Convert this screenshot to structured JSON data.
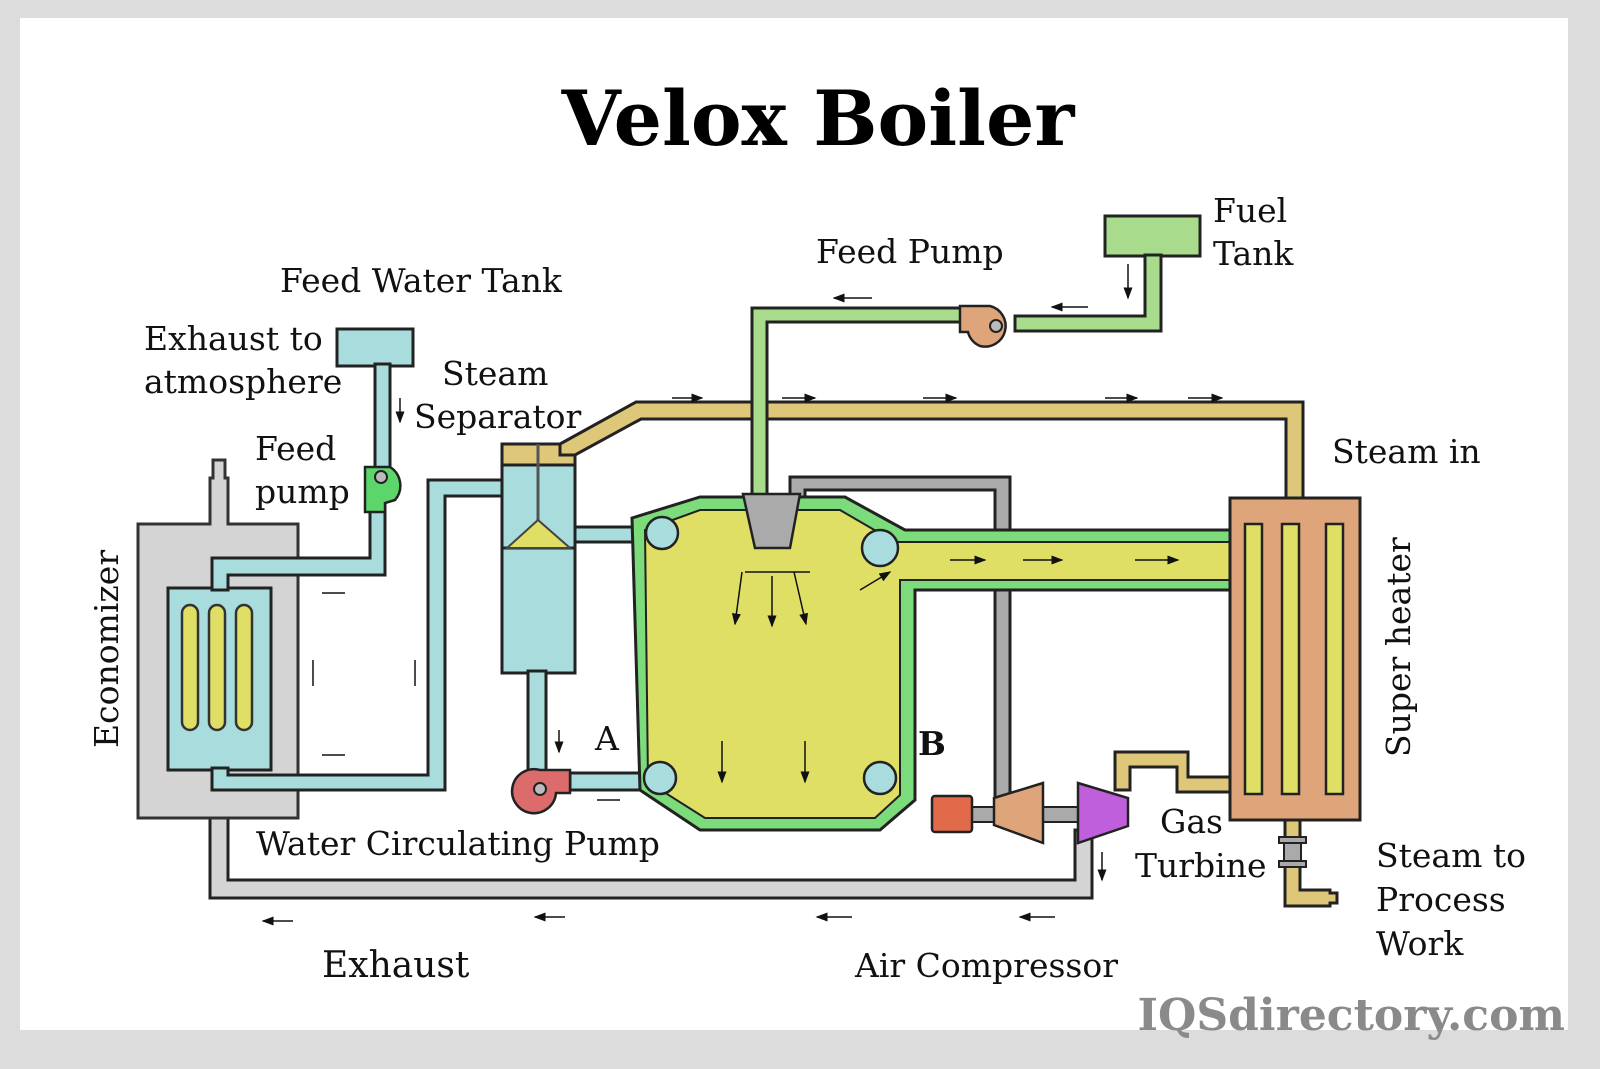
{
  "title": "Velox Boiler",
  "labels": {
    "feed_water_tank": "Feed Water Tank",
    "exhaust_to_atmosphere_1": "Exhaust to",
    "exhaust_to_atmosphere_2": "atmosphere",
    "steam_separator_1": "Steam",
    "steam_separator_2": "Separator",
    "feed_pump_small_1": "Feed",
    "feed_pump_small_2": "pump",
    "feed_pump": "Feed Pump",
    "fuel_tank_1": "Fuel",
    "fuel_tank_2": "Tank",
    "steam_in": "Steam in",
    "economizer": "Economizer",
    "super_heater": "Super heater",
    "point_a": "A",
    "point_b": "B",
    "water_circulating_pump": "Water Circulating Pump",
    "gas_turbine_1": "Gas",
    "gas_turbine_2": "Turbine",
    "steam_to_process_1": "Steam to",
    "steam_to_process_2": "Process",
    "steam_to_process_3": "Work",
    "exhaust": "Exhaust",
    "air_compressor": "Air Compressor"
  },
  "watermark": "IQSdirectory.com",
  "colors": {
    "water": "#a9dcdc",
    "fuel": "#a8dc8c",
    "steam": "#dfc77a",
    "combustion": "#dfdf66",
    "casing": "#7cdc7c",
    "flue": "#cfcfcf",
    "superheater": "#dfa57a",
    "feed_pump_body": "#5cd66a",
    "circ_pump_body": "#dc6c6c",
    "fuel_pump_body": "#dfa57a",
    "motor": "#e06a4a",
    "compressor": "#dfa57a",
    "turbine": "#bf5fdc"
  }
}
